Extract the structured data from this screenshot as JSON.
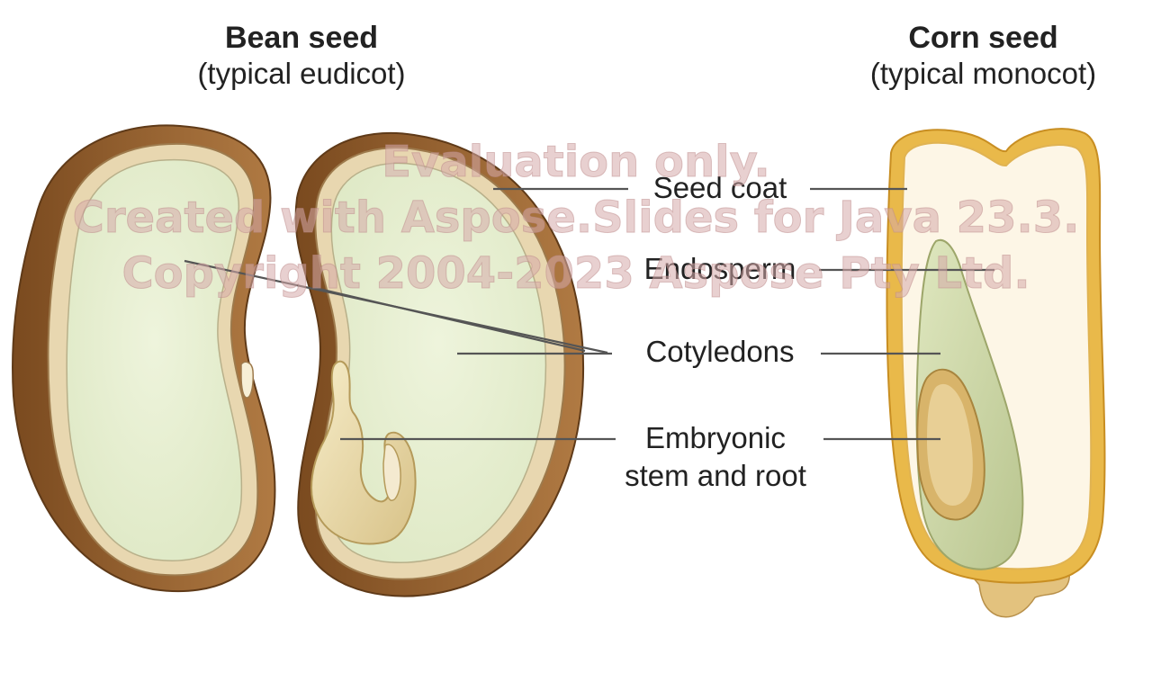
{
  "titles": {
    "bean": {
      "name": "Bean seed",
      "type": "(typical eudicot)"
    },
    "corn": {
      "name": "Corn seed",
      "type": "(typical monocot)"
    }
  },
  "labels": {
    "seed_coat": "Seed coat",
    "endosperm": "Endosperm",
    "cotyledons": "Cotyledons",
    "embryo_line1": "Embryonic",
    "embryo_line2": "stem and root"
  },
  "watermark": {
    "line1": "Evaluation only.",
    "line2": "Created with Aspose.Slides for Java 23.3.",
    "line3": "Copyright 2004-2023 Aspose Pty Ltd."
  },
  "colors": {
    "bean_coat": "#8a5a2b",
    "cotyledon": "#e6efd2",
    "embryo": "#ecdcae",
    "corn_coat": "#e9b94a",
    "endosperm": "#fdf6e6",
    "leader_line": "#555555"
  }
}
